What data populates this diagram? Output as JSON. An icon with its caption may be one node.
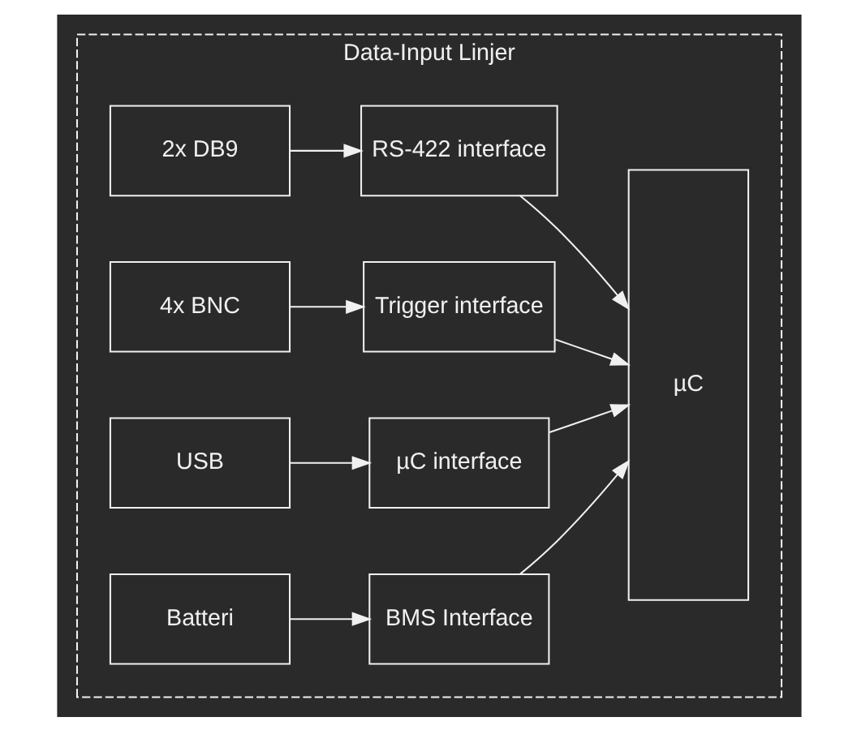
{
  "diagram": {
    "nodes": [
      {
        "text": [
          "Data-Input Linjer"
        ]
      },
      {
        "text": [
          "2x DB9"
        ],
        "in": 0
      },
      {
        "text": [
          "RS-422 interface"
        ],
        "in": 0
      },
      {
        "text": [
          "4x BNC"
        ],
        "in": 0
      },
      {
        "text": [
          "Trigger interface"
        ],
        "in": 0
      },
      {
        "text": [
          "USB"
        ],
        "in": 0
      },
      {
        "text": [
          "µC interface"
        ],
        "in": 0
      },
      {
        "text": [
          "Batteri"
        ],
        "in": 0
      },
      {
        "text": [
          "BMS Interface"
        ],
        "in": 0
      },
      {
        "text": [
          "µC"
        ],
        "in": 0
      }
    ],
    "edges": [
      {
        "from": 1,
        "to": 2,
        "arrow": "to"
      },
      {
        "from": 2,
        "to": 9,
        "arrow": "to"
      },
      {
        "from": 3,
        "to": 4,
        "arrow": "to"
      },
      {
        "from": 4,
        "to": 9,
        "arrow": "to"
      },
      {
        "from": 5,
        "to": 6,
        "arrow": "to"
      },
      {
        "from": 6,
        "to": 9,
        "arrow": "to"
      },
      {
        "from": 7,
        "to": 8,
        "arrow": "to"
      },
      {
        "from": 8,
        "to": 9,
        "arrow": "to"
      }
    ]
  }
}
